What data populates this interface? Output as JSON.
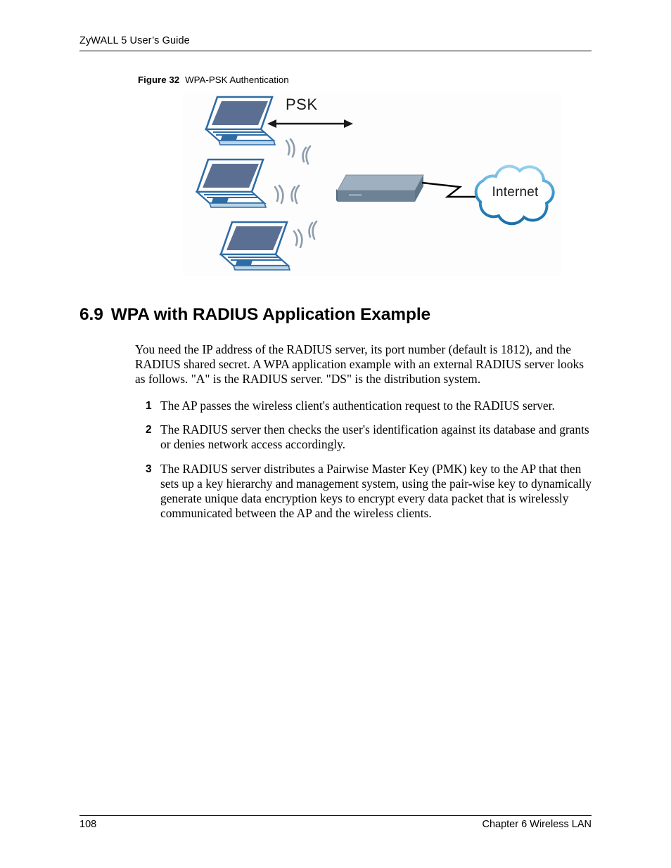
{
  "header": {
    "title": "ZyWALL 5 User’s Guide"
  },
  "figure": {
    "caption_number": "Figure 32",
    "caption_title": "WPA-PSK Authentication",
    "diagram": {
      "psk_label": "PSK",
      "internet_label": "Internet",
      "laptop_count": 3,
      "wave_group_count": 3,
      "colors": {
        "laptop_screen": "#5b6f92",
        "laptop_outline": "#2e6ca5",
        "laptop_base": "#b9d4e8",
        "device_top": "#8fa2b4",
        "device_front": "#6e8295",
        "cloud_outline": "#2b8fc9",
        "wave": "#8e9cae",
        "arrow": "#1a1a1a",
        "panel_background": "#fdfdfd"
      }
    }
  },
  "section": {
    "number": "6.9",
    "title": "WPA with RADIUS Application Example",
    "paragraph": "You need the IP address of the RADIUS server, its port number (default is 1812), and the RADIUS shared secret. A WPA application example with an external RADIUS server looks as follows. \"A\" is the RADIUS server. \"DS\" is the distribution system.",
    "steps": [
      {
        "marker": "1",
        "text": "The AP passes the wireless client's authentication request to the RADIUS server."
      },
      {
        "marker": "2",
        "text": "The RADIUS server then checks the user's identification against its database and grants or denies network access accordingly."
      },
      {
        "marker": "3",
        "text": "The RADIUS server distributes a Pairwise Master Key (PMK) key to the AP that then sets up a key hierarchy and management system, using the pair-wise key to dynamically generate unique data encryption keys to encrypt every data packet that is wirelessly communicated between the AP and the wireless clients."
      }
    ]
  },
  "footer": {
    "page_number": "108",
    "chapter": "Chapter 6 Wireless LAN"
  }
}
